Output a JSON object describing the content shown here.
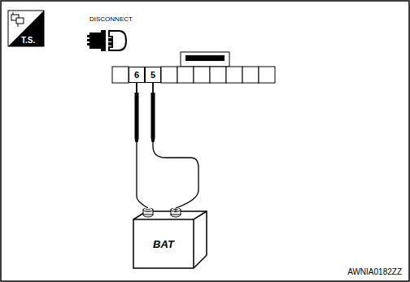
{
  "diagram": {
    "nodes": [
      {
        "text": [
          "6"
        ]
      },
      {
        "text": [
          "5"
        ]
      },
      {
        "text": [
          "BAT"
        ]
      }
    ],
    "edges": [
      {
        "from": 0,
        "to": 2,
        "arrow": "none"
      },
      {
        "from": 1,
        "to": 2,
        "arrow": "none"
      }
    ],
    "labels": [
      "T.S.",
      "DISCONNECT",
      "AWNIA0182ZZ"
    ]
  }
}
